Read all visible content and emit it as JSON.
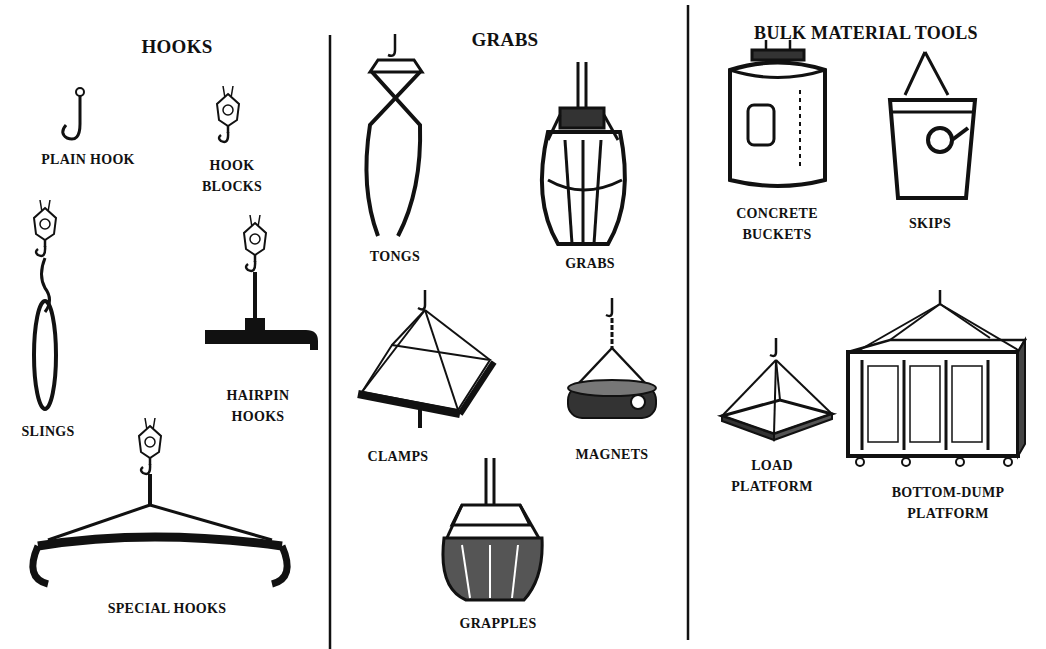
{
  "diagram": {
    "labels": [
      "HOOKS",
      "PLAIN HOOK",
      "HOOK BLOCKS",
      "SLINGS",
      "HAIRPIN HOOKS",
      "SPECIAL HOOKS",
      "GRABS",
      "TONGS",
      "GRABS",
      "CLAMPS",
      "MAGNETS",
      "GRAPPLES",
      "BULK MATERIAL TOOLS",
      "CONCRETE BUCKETS",
      "SKIPS",
      "LOAD PLATFORM",
      "BOTTOM-DUMP PLATFORM"
    ]
  }
}
